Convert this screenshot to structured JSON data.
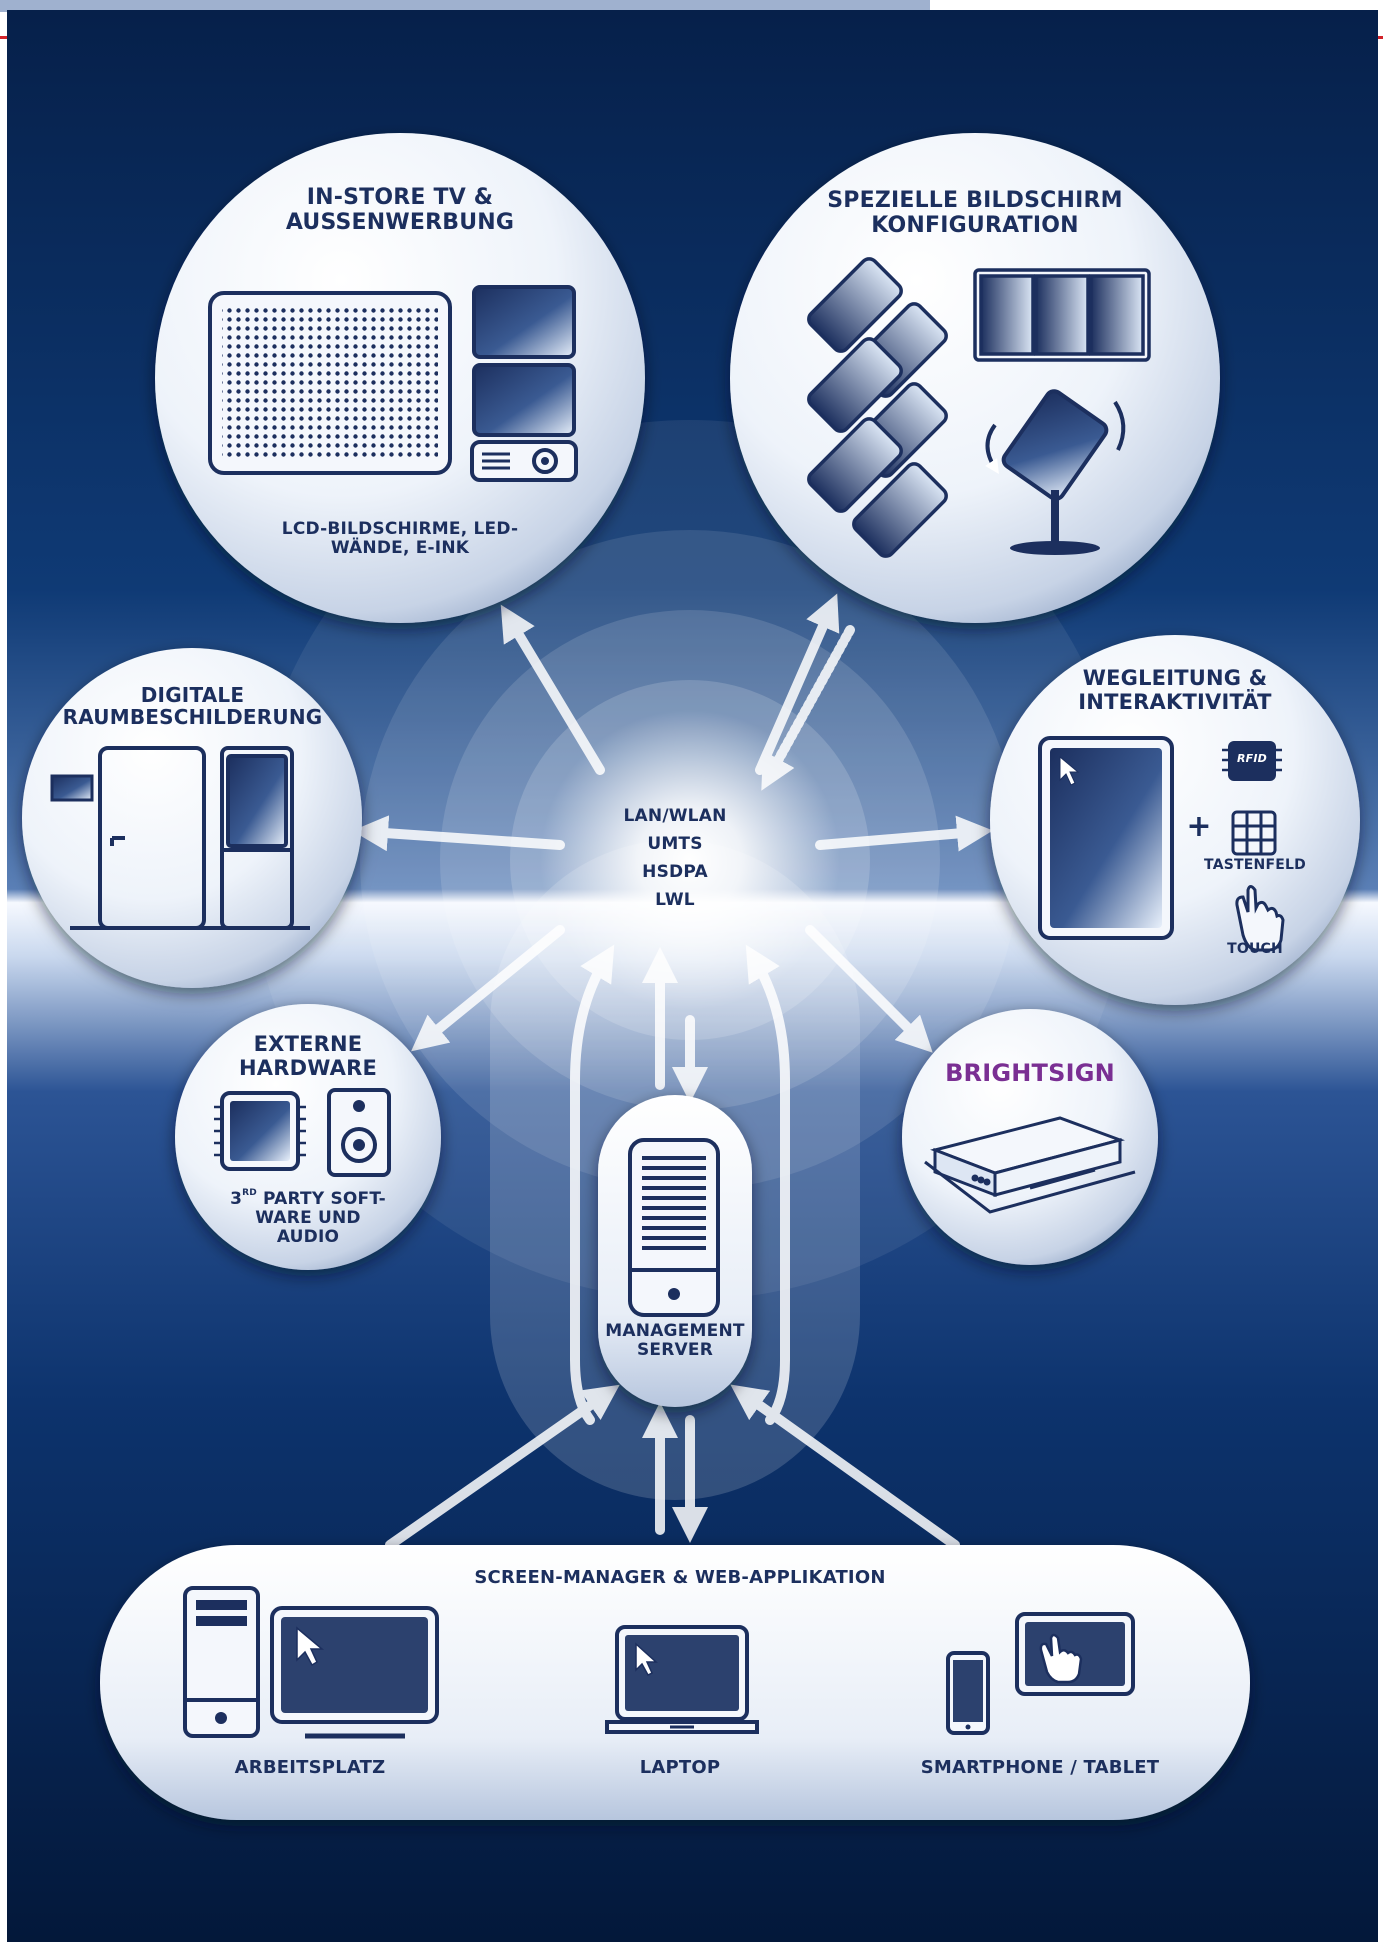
{
  "colors": {
    "navy": "#0b2a5c",
    "dark_navy": "#051a3c",
    "icon_navy": "#1c2f5e",
    "brightsign_purple": "#7a2f93",
    "header_red": "#d2232a"
  },
  "network": {
    "protocols": [
      "LAN/WLAN",
      "UMTS",
      "HSDPA",
      "LWL"
    ]
  },
  "nodes": {
    "instore": {
      "title_line1": "IN-STORE TV &",
      "title_line2": "AUSSENWERBUNG",
      "subtitle_line1": "LCD-BILDSCHIRME, LED-",
      "subtitle_line2": "WÄNDE, E-INK",
      "icons": [
        "led-wall-icon",
        "stacked-monitors-icon",
        "projector-icon"
      ]
    },
    "special": {
      "title_line1": "SPEZIELLE BILDSCHIRM",
      "title_line2": "KONFIGURATION",
      "icons": [
        "diagonal-screen-cluster-icon",
        "triple-screen-icon",
        "rotating-display-stand-icon"
      ]
    },
    "signage": {
      "title_line1": "DIGITALE",
      "title_line2": "RAUMBESCHILDERUNG",
      "icons": [
        "door-sign-icon",
        "door-icon",
        "door-display-icon"
      ]
    },
    "wayfinding": {
      "title_line1": "WEGLEITUNG &",
      "title_line2": "INTERAKTIVITÄT",
      "rfid_label": "RFID",
      "plus": "+",
      "keypad_label": "TASTENFELD",
      "touch_label": "TOUCH",
      "icons": [
        "touch-kiosk-icon",
        "rfid-chip-icon",
        "keypad-icon",
        "touch-hand-icon"
      ]
    },
    "external": {
      "title_line1": "EXTERNE",
      "title_line2": "HARDWARE",
      "sub_prefix": "3",
      "sub_sup": "RD",
      "sub_line1_rest": " PARTY SOFT-",
      "sub_line2": "WARE UND",
      "sub_line3": "AUDIO",
      "icons": [
        "chip-icon",
        "speaker-icon"
      ]
    },
    "brightsign": {
      "title": "BRIGHTSIGN",
      "icons": [
        "media-player-box-icon"
      ]
    },
    "server": {
      "label_line1": "MANAGEMENT",
      "label_line2": "SERVER",
      "icons": [
        "server-icon"
      ]
    }
  },
  "clients": {
    "title": "SCREEN-MANAGER & WEB-APPLIKATION",
    "items": [
      {
        "label": "ARBEITSPLATZ",
        "icon": "desktop-computer-icon"
      },
      {
        "label": "LAPTOP",
        "icon": "laptop-icon"
      },
      {
        "label": "SMARTPHONE / TABLET",
        "icon": "smartphone-tablet-icon"
      }
    ]
  }
}
